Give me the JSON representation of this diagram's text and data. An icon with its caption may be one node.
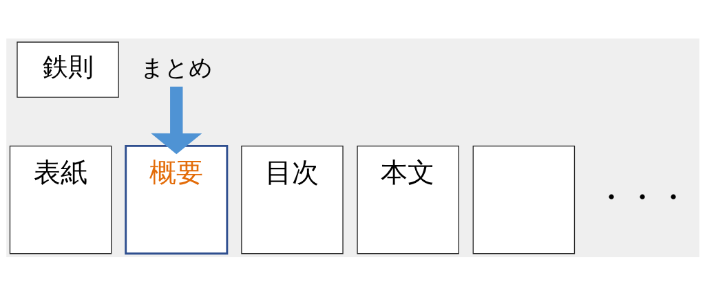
{
  "diagram": {
    "nodes": [
      {
        "text": [
          "鉄則"
        ]
      },
      {
        "text": [
          "まとめ"
        ]
      },
      {
        "text": [
          "表紙"
        ]
      },
      {
        "text": [
          "概要"
        ]
      },
      {
        "text": [
          "目次"
        ]
      },
      {
        "text": [
          "本文"
        ]
      },
      {
        "text": [],
        "shape": "box"
      }
    ],
    "edges": [
      {
        "from": 1,
        "to": 3,
        "arrow": "to",
        "color": "#4f93d4"
      }
    ],
    "labels": [
      "・・・"
    ]
  }
}
